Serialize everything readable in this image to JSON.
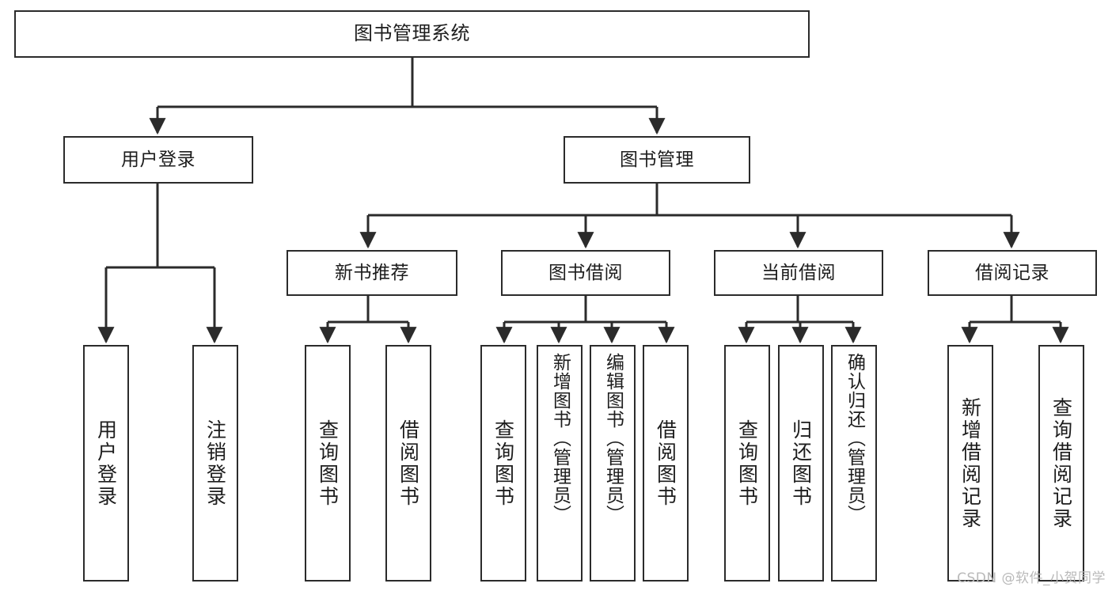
{
  "diagram": {
    "type": "tree",
    "title": "图书管理系统",
    "orientation": "top-down",
    "colors": {
      "stroke": "#2b2b2b",
      "fill": "#ffffff",
      "text": "#1d1d1d",
      "watermark": "#b9b9b9"
    },
    "nodes": {
      "root": {
        "label": "图书管理系统"
      },
      "tier2": [
        {
          "label": "用户登录"
        },
        {
          "label": "图书管理"
        }
      ],
      "tier3": [
        {
          "label": "新书推荐"
        },
        {
          "label": "图书借阅"
        },
        {
          "label": "当前借阅"
        },
        {
          "label": "借阅记录"
        }
      ],
      "leaves": {
        "user_login": [
          {
            "label": "用户登录"
          },
          {
            "label": "注销登录"
          }
        ],
        "new_book": [
          {
            "label": "查询图书"
          },
          {
            "label": "借阅图书"
          }
        ],
        "book_borrow": [
          {
            "label": "查询图书"
          },
          {
            "label": "新增图书（管理员）"
          },
          {
            "label": "编辑图书（管理员）"
          },
          {
            "label": "借阅图书"
          }
        ],
        "current_borrow": [
          {
            "label": "查询图书"
          },
          {
            "label": "归还图书"
          },
          {
            "label": "确认归还（管理员）"
          }
        ],
        "borrow_record": [
          {
            "label": "新增借阅记录"
          },
          {
            "label": "查询借阅记录"
          }
        ]
      }
    },
    "watermark": "CSDN @软件_小贺同学"
  }
}
